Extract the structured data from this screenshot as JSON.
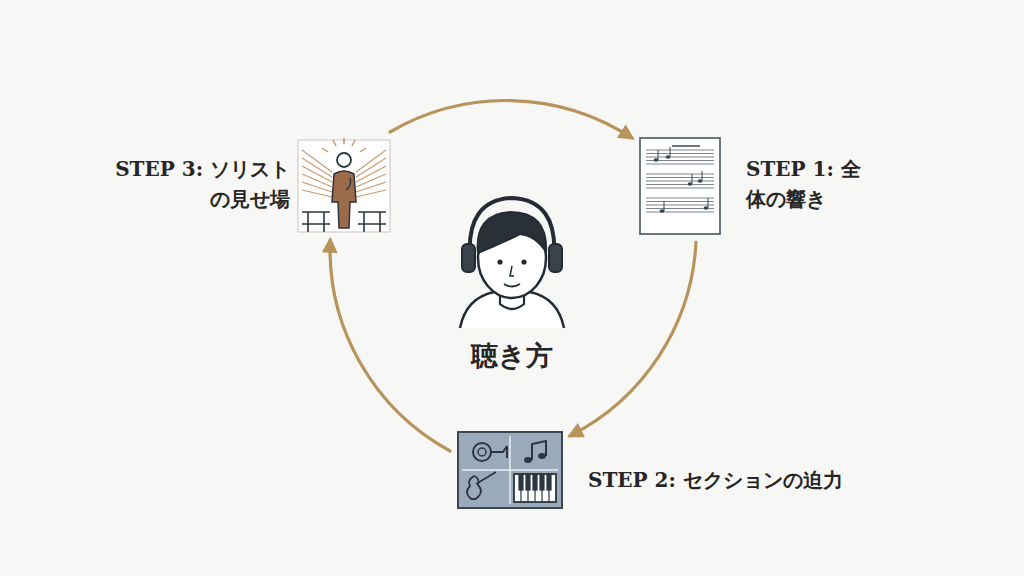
{
  "diagram": {
    "nodes": [
      {
        "text": [
          "STEP 1: 全体の響き"
        ]
      },
      {
        "text": [
          "STEP 2: セクションの迫力"
        ]
      },
      {
        "text": [
          "STEP 3: ソリストの見せ場"
        ]
      },
      {
        "text": [
          "聴き方"
        ]
      }
    ],
    "edges": [
      {
        "from": 0,
        "to": 1,
        "arrow": "to"
      },
      {
        "from": 1,
        "to": 2,
        "arrow": "to"
      },
      {
        "from": 2,
        "to": 0,
        "arrow": "to"
      }
    ]
  }
}
